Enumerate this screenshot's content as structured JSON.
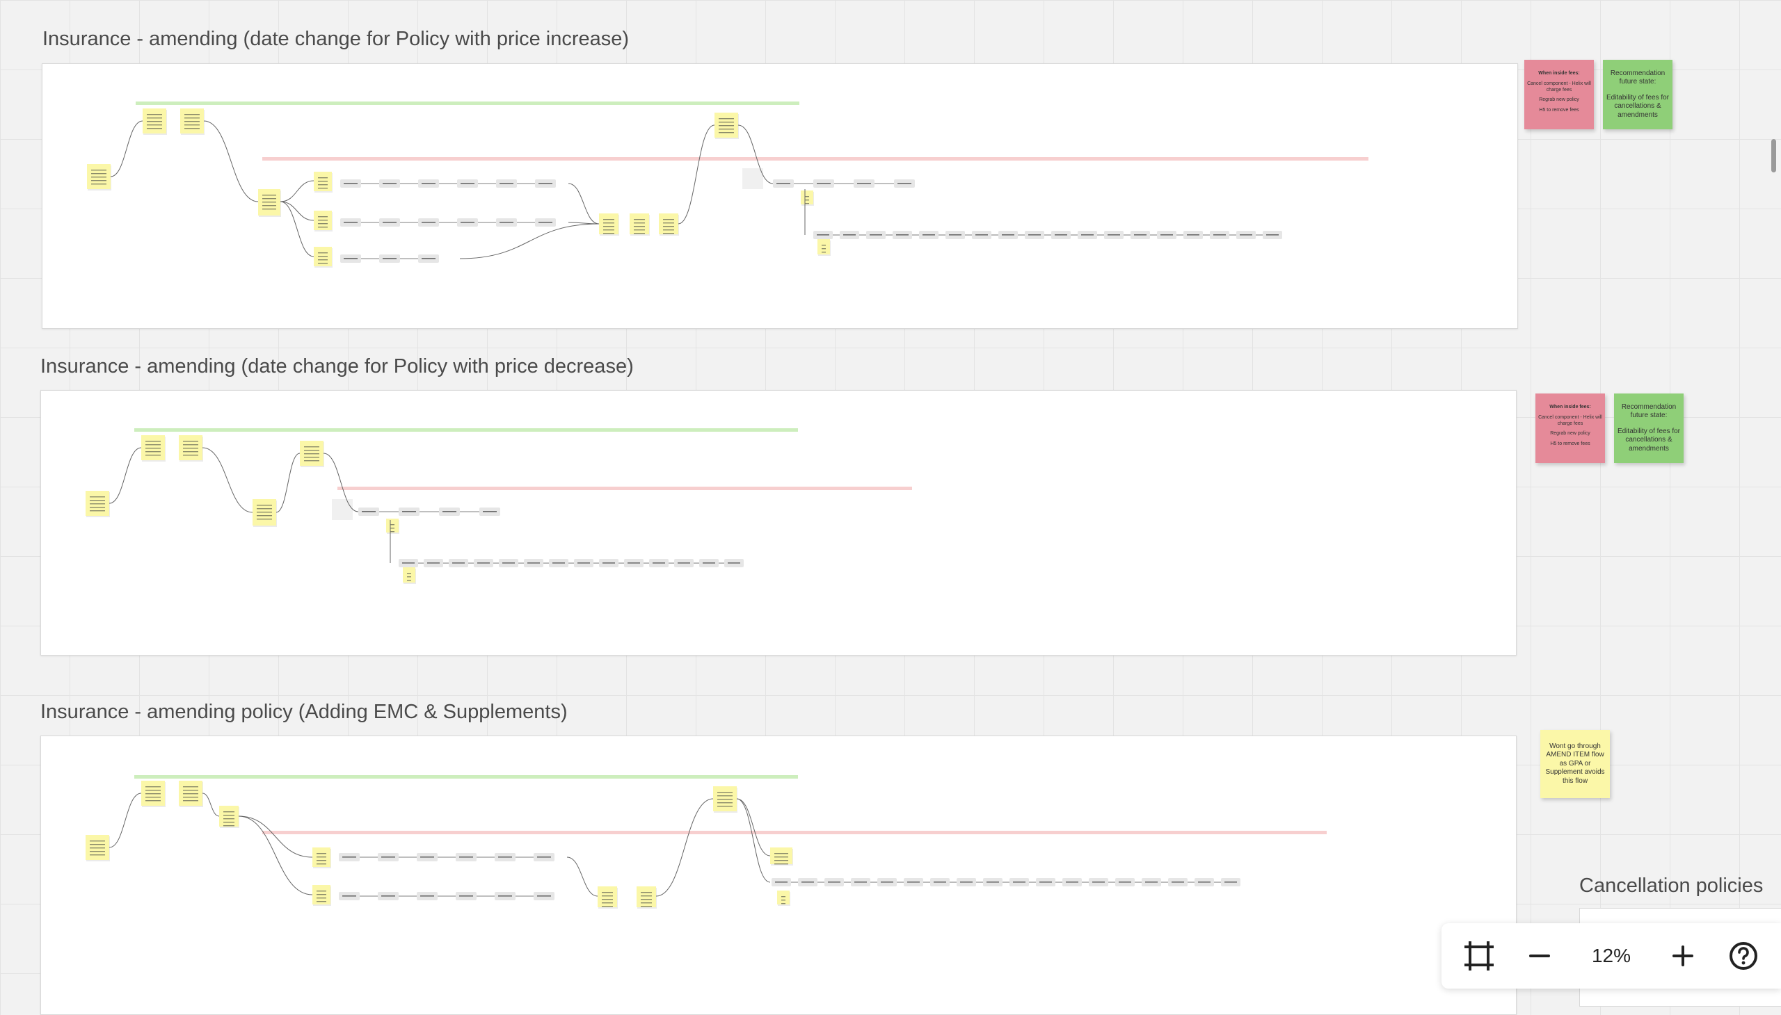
{
  "canvas": {
    "frames": [
      {
        "title": "Insurance - amending (date change for Policy with price increase)",
        "notes": [
          {
            "color": "pink",
            "heading": "When inside fees:",
            "lines": [
              "Cancel component - Helix will charge fees",
              "Regrab new policy",
              "H5 to remove fees"
            ]
          },
          {
            "color": "green",
            "lines": [
              "Recommendation future state:",
              "",
              "Editability of fees for cancellations & amendments"
            ]
          }
        ]
      },
      {
        "title": "Insurance - amending (date change for Policy with price decrease)",
        "notes": [
          {
            "color": "pink",
            "heading": "When inside fees:",
            "lines": [
              "Cancel component - Helix will charge fees",
              "Regrab new policy",
              "H5 to remove fees"
            ]
          },
          {
            "color": "green",
            "lines": [
              "Recommendation future state:",
              "",
              "Editability of fees for cancellations & amendments"
            ]
          }
        ]
      },
      {
        "title": "Insurance - amending policy (Adding EMC & Supplements)",
        "notes": [
          {
            "color": "yellow",
            "lines": [
              "Wont go through AMEND ITEM flow as GPA or Supplement avoids this flow"
            ]
          }
        ]
      }
    ],
    "partial_frame_title": "Cancellation policies"
  },
  "toolbar": {
    "fit_icon": "fit-to-screen-icon",
    "zoom_out_icon": "minus-icon",
    "zoom_level": "12%",
    "zoom_in_icon": "plus-icon",
    "help_icon": "help-icon"
  },
  "colors": {
    "sticky_yellow": "#fbf7a8",
    "sticky_pink": "#e58a99",
    "sticky_green": "#8fcf78",
    "lane_green": "#cdeebd",
    "lane_red": "#f7cfcf",
    "canvas_bg": "#f2f2f2"
  }
}
